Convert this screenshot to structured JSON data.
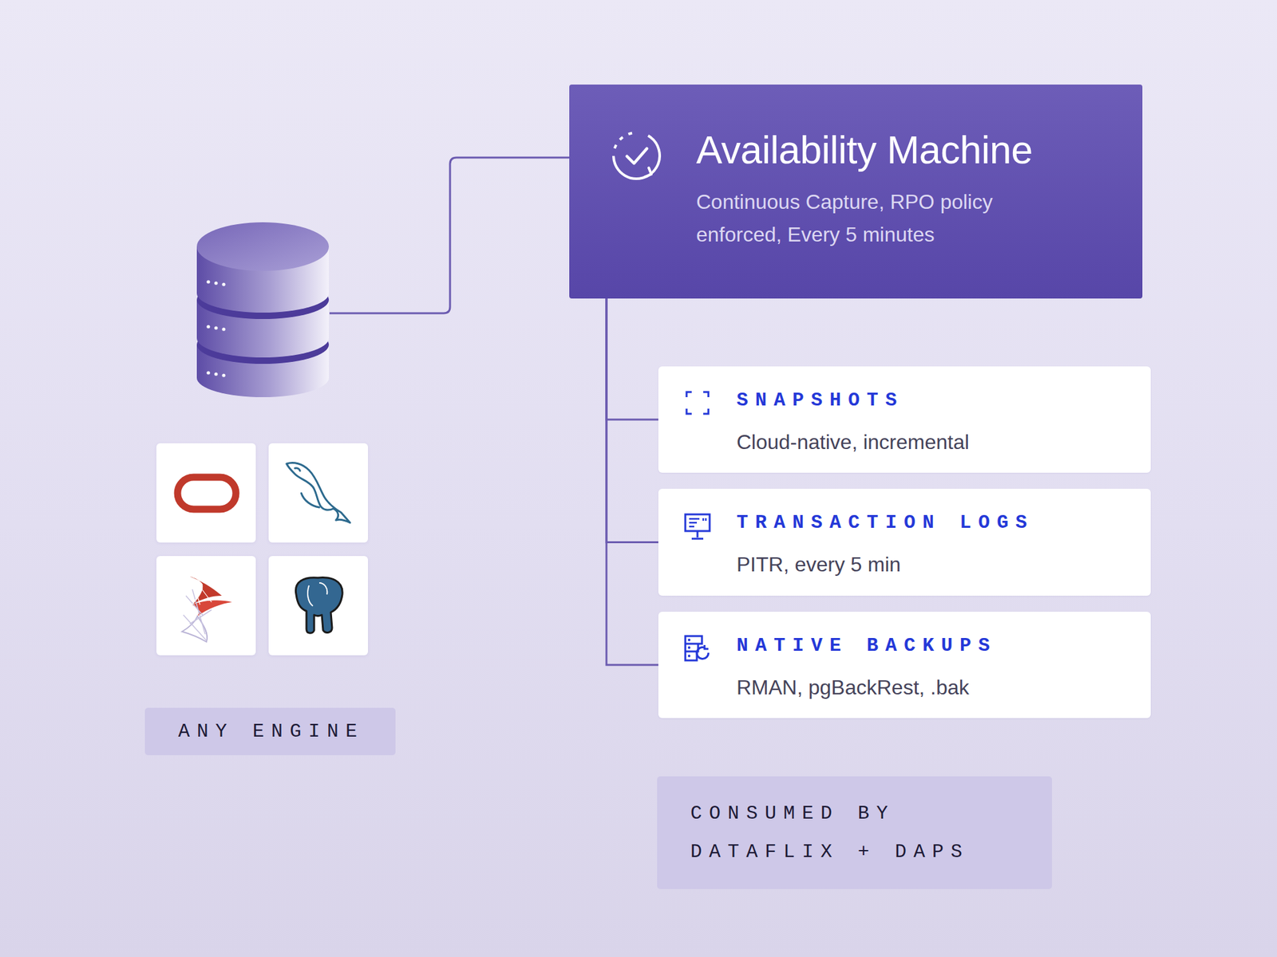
{
  "diagram": {
    "nodes": [
      {
        "text": [
          "Availability Machine",
          "Continuous Capture, RPO policy enforced, Every 5 minutes"
        ]
      },
      {
        "text": [
          "SNAPSHOTS",
          "Cloud-native, incremental"
        ]
      },
      {
        "text": [
          "TRANSACTION LOGS",
          "PITR, every 5 min"
        ]
      },
      {
        "text": [
          "NATIVE BACKUPS",
          "RMAN, pgBackRest, .bak"
        ]
      },
      {
        "text": [
          "ANY ENGINE"
        ]
      },
      {
        "text": [
          "CONSUMED BY DATAFLIX + DAPS"
        ]
      }
    ],
    "edges": [
      {
        "from": 0,
        "to": 1,
        "arrow": "none"
      },
      {
        "from": 0,
        "to": 2,
        "arrow": "none"
      },
      {
        "from": 0,
        "to": 3,
        "arrow": "none"
      }
    ]
  }
}
